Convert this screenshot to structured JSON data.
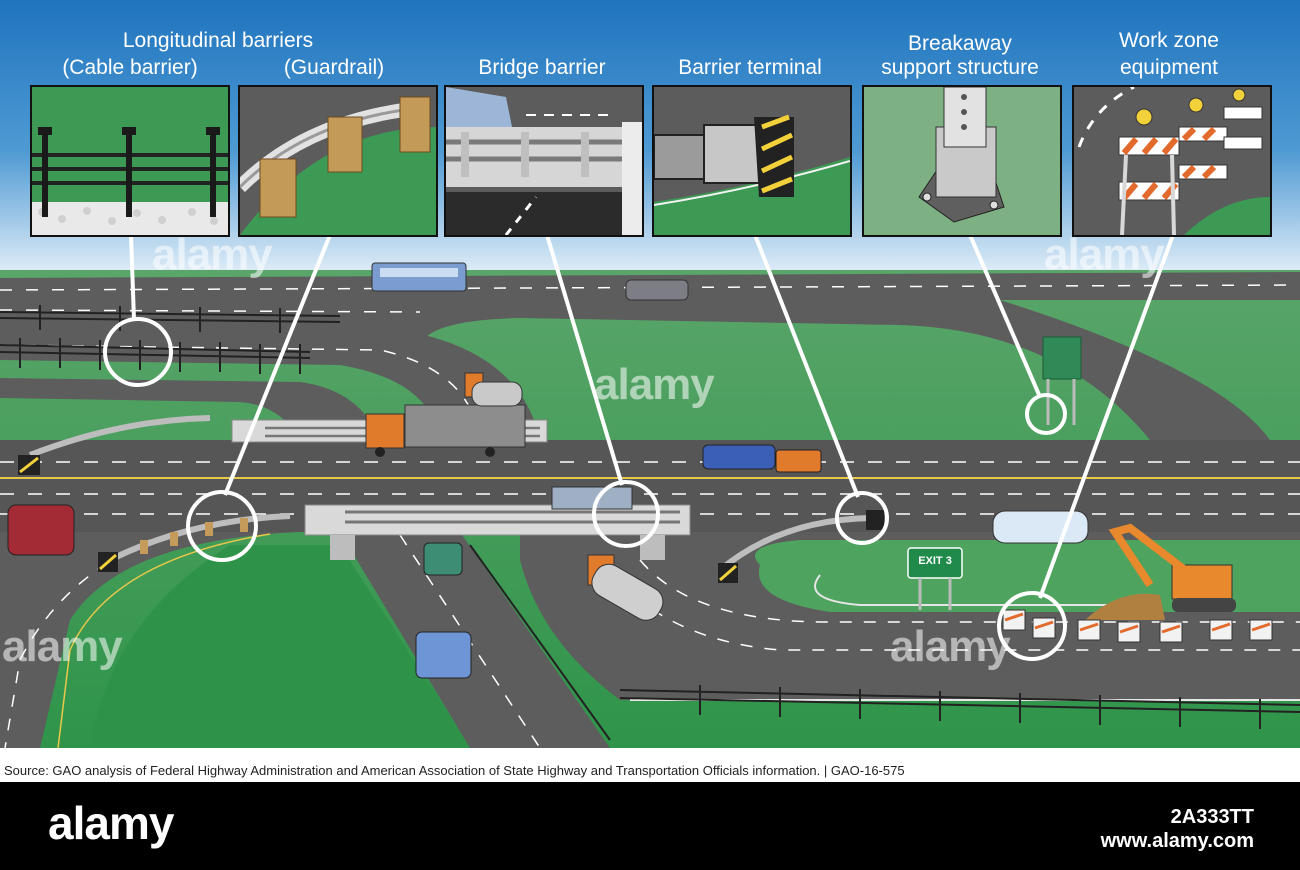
{
  "categories": {
    "longitudinal": "Longitudinal barriers",
    "cable": "(Cable barrier)",
    "guardrail": "(Guardrail)",
    "bridge": "Bridge barrier",
    "terminal": "Barrier terminal",
    "breakaway_line1": "Breakaway",
    "breakaway_line2": "support structure",
    "workzone_line1": "Work zone",
    "workzone_line2": "equipment"
  },
  "scene": {
    "exit_sign": "EXIT 3"
  },
  "source_note": "Source: GAO analysis of Federal Highway Administration and American Association of State Highway and Transportation Officials information.  |  GAO-16-575",
  "watermark": {
    "logo": "alamy",
    "image_id": "2A333TT",
    "url": "www.alamy.com"
  },
  "colors": {
    "sky_top": "#2a7fc4",
    "sky_bottom": "#d9eaf6",
    "grass": "#2f9a4c",
    "grass_light": "#5fb36b",
    "road": "#5b5b5b",
    "road_light": "#7a7a7a",
    "callout": "#ffffff"
  }
}
